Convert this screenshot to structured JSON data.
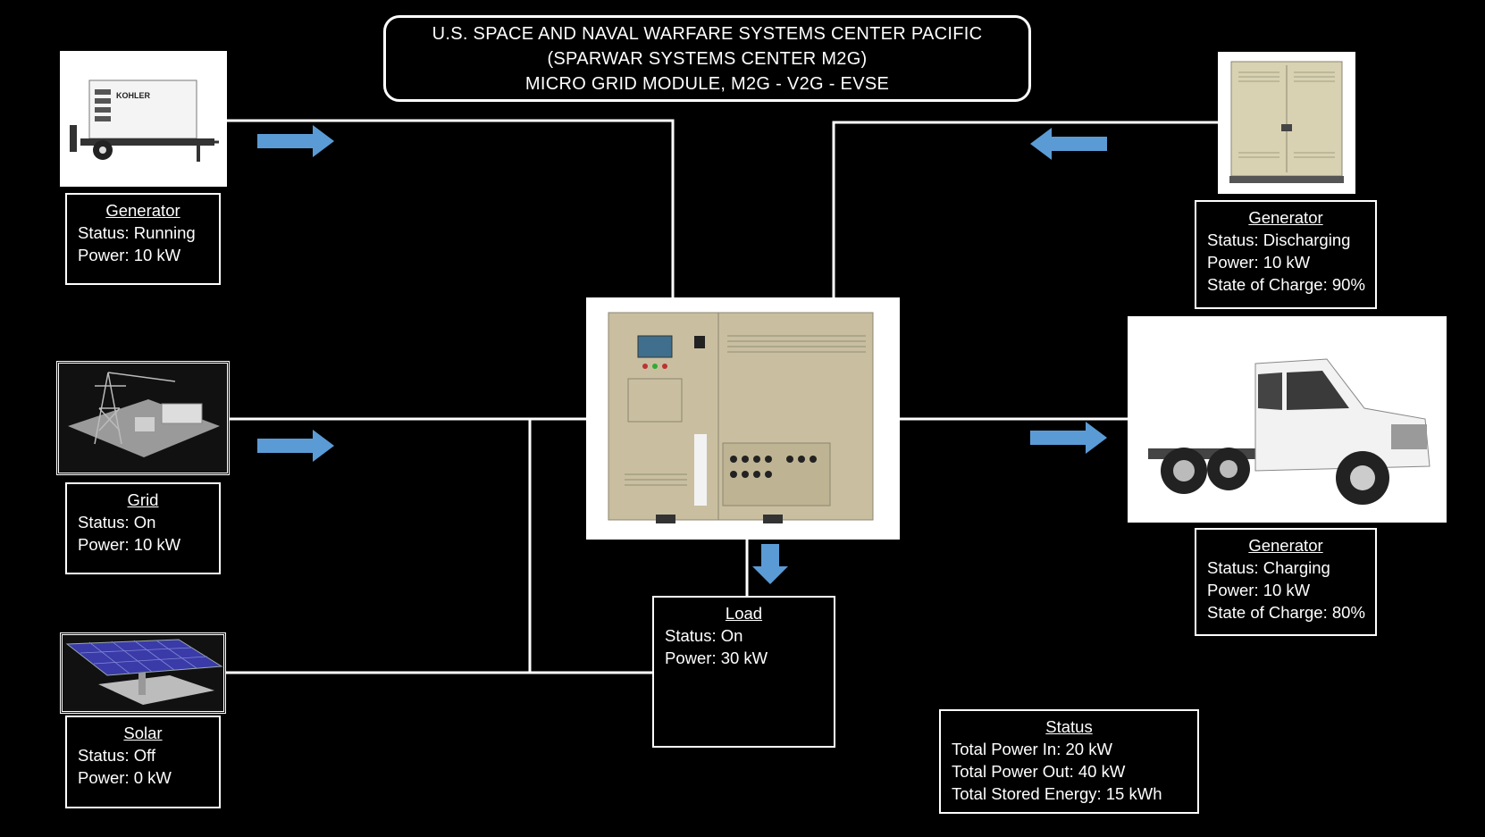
{
  "title": {
    "line1": "U.S. SPACE AND NAVAL WARFARE SYSTEMS CENTER PACIFIC",
    "line2": "(SPARWAR SYSTEMS CENTER M2G)",
    "line3": "MICRO GRID MODULE, M2G - V2G - EVSE"
  },
  "generator": {
    "heading": "Generator",
    "status": "Status: Running",
    "power": "Power: 10 kW",
    "logo": "KOHLER"
  },
  "grid": {
    "heading": "Grid",
    "status": "Status: On",
    "power": "Power: 10 kW"
  },
  "solar": {
    "heading": "Solar",
    "status": "Status: Off",
    "power": "Power: 0 kW"
  },
  "load": {
    "heading": "Load",
    "status": "Status: On",
    "power": "Power: 30 kW"
  },
  "storage": {
    "heading": "Generator",
    "status": "Status: Discharging",
    "power": "Power: 10 kW",
    "soc": "State of Charge: 90%"
  },
  "vehicle": {
    "heading": "Generator",
    "status": "Status: Charging",
    "power": "Power: 10 kW",
    "soc": "State of Charge: 80%"
  },
  "summary": {
    "heading": "Status",
    "power_in": "Total Power In: 20 kW",
    "power_out": "Total Power Out: 40 kW",
    "stored": "Total Stored Energy: 15 kWh"
  },
  "colors": {
    "background": "#000000",
    "arrow": "#5b9bd5",
    "cabinet": "#c9bfa0",
    "solar_panel": "#3a3aa8"
  }
}
